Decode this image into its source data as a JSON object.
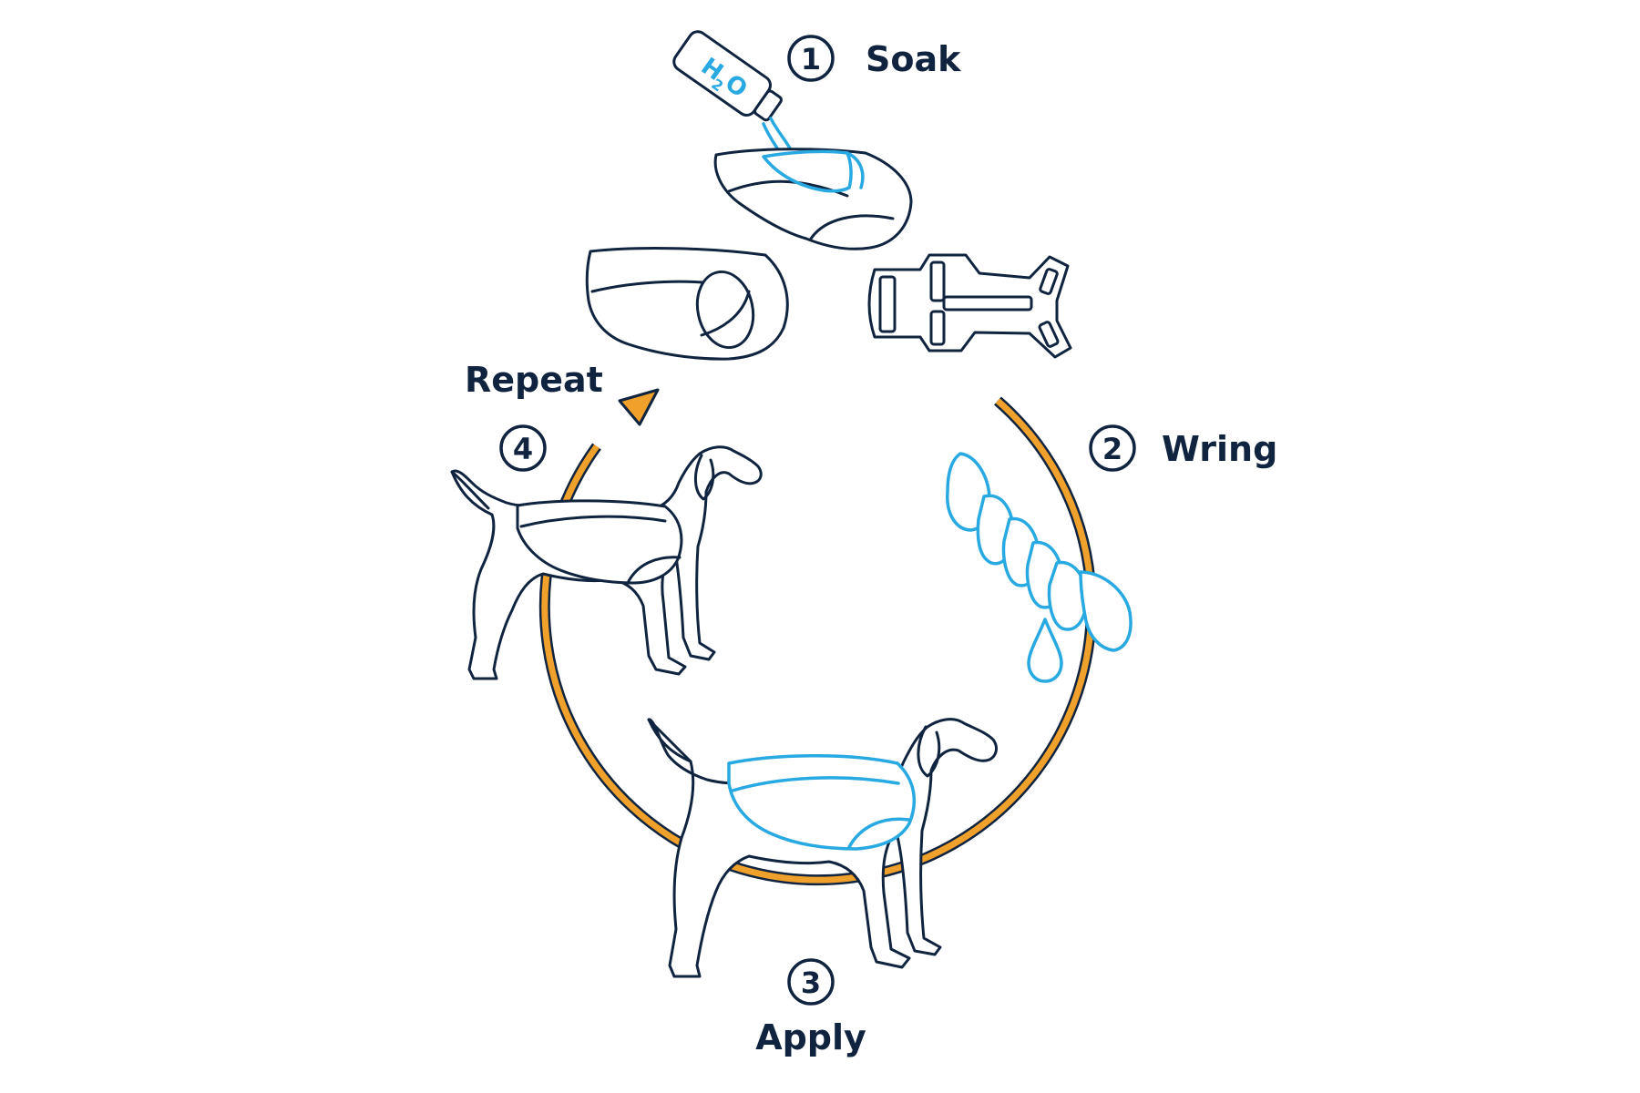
{
  "steps": [
    {
      "number": "1",
      "label": "Soak"
    },
    {
      "number": "2",
      "label": "Wring"
    },
    {
      "number": "3",
      "label": "Apply"
    },
    {
      "number": "4",
      "label": "Repeat"
    }
  ],
  "bottle": {
    "text": "H",
    "subscript": "2",
    "suffix": "O"
  },
  "colors": {
    "navy": "#10243f",
    "water_blue": "#29a9e1",
    "cycle_orange": "#f0a12c",
    "background": "#ffffff"
  },
  "icons": [
    "water-bottle-icon",
    "wet-vest-icon",
    "vest-side-icon",
    "harness-icon",
    "wrung-vest-icon",
    "water-drop-icon",
    "dog-wearing-vest-icon",
    "dog-wearing-wet-vest-icon",
    "cycle-arrow-icon"
  ]
}
